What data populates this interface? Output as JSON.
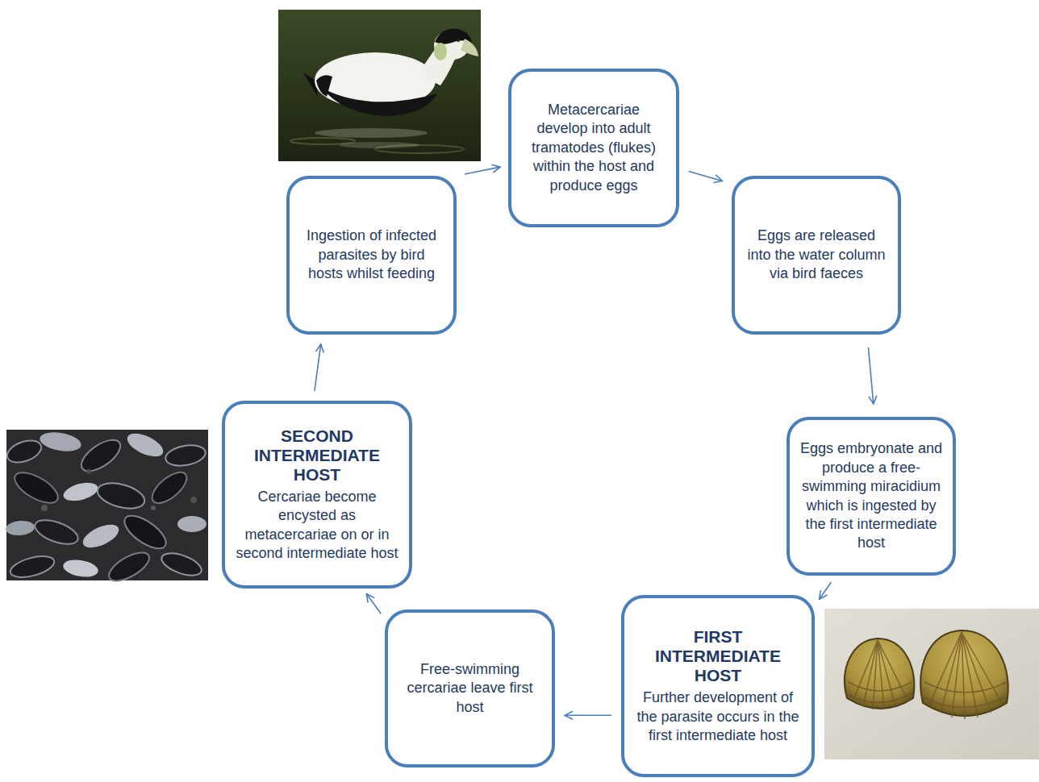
{
  "diagram": {
    "nodes": [
      {
        "text": [
          "Metacercariae develop into adult tramatodes (flukes) within the host and produce eggs"
        ]
      },
      {
        "text": [
          "Eggs are released into the water column via bird faeces"
        ]
      },
      {
        "text": [
          "Eggs embryonate and produce a free-swimming miracidium which is ingested by the first intermediate host"
        ]
      },
      {
        "text": [
          "FIRST INTERMEDIATE HOST",
          "Further development of the parasite occurs in the first intermediate host"
        ]
      },
      {
        "text": [
          "Free-swimming cercariae leave first host"
        ]
      },
      {
        "text": [
          "SECOND INTERMEDIATE HOST",
          "Cercariae become encysted as metacercariae on or in second intermediate host"
        ]
      },
      {
        "text": [
          "Ingestion of infected parasites by bird hosts whilst feeding"
        ]
      }
    ],
    "edges": [
      {
        "from": 0,
        "to": 1,
        "arrow": "to"
      },
      {
        "from": 1,
        "to": 2,
        "arrow": "to"
      },
      {
        "from": 2,
        "to": 3,
        "arrow": "to"
      },
      {
        "from": 3,
        "to": 4,
        "arrow": "to"
      },
      {
        "from": 4,
        "to": 5,
        "arrow": "to"
      },
      {
        "from": 5,
        "to": 6,
        "arrow": "to"
      },
      {
        "from": 6,
        "to": 0,
        "arrow": "to"
      }
    ]
  }
}
